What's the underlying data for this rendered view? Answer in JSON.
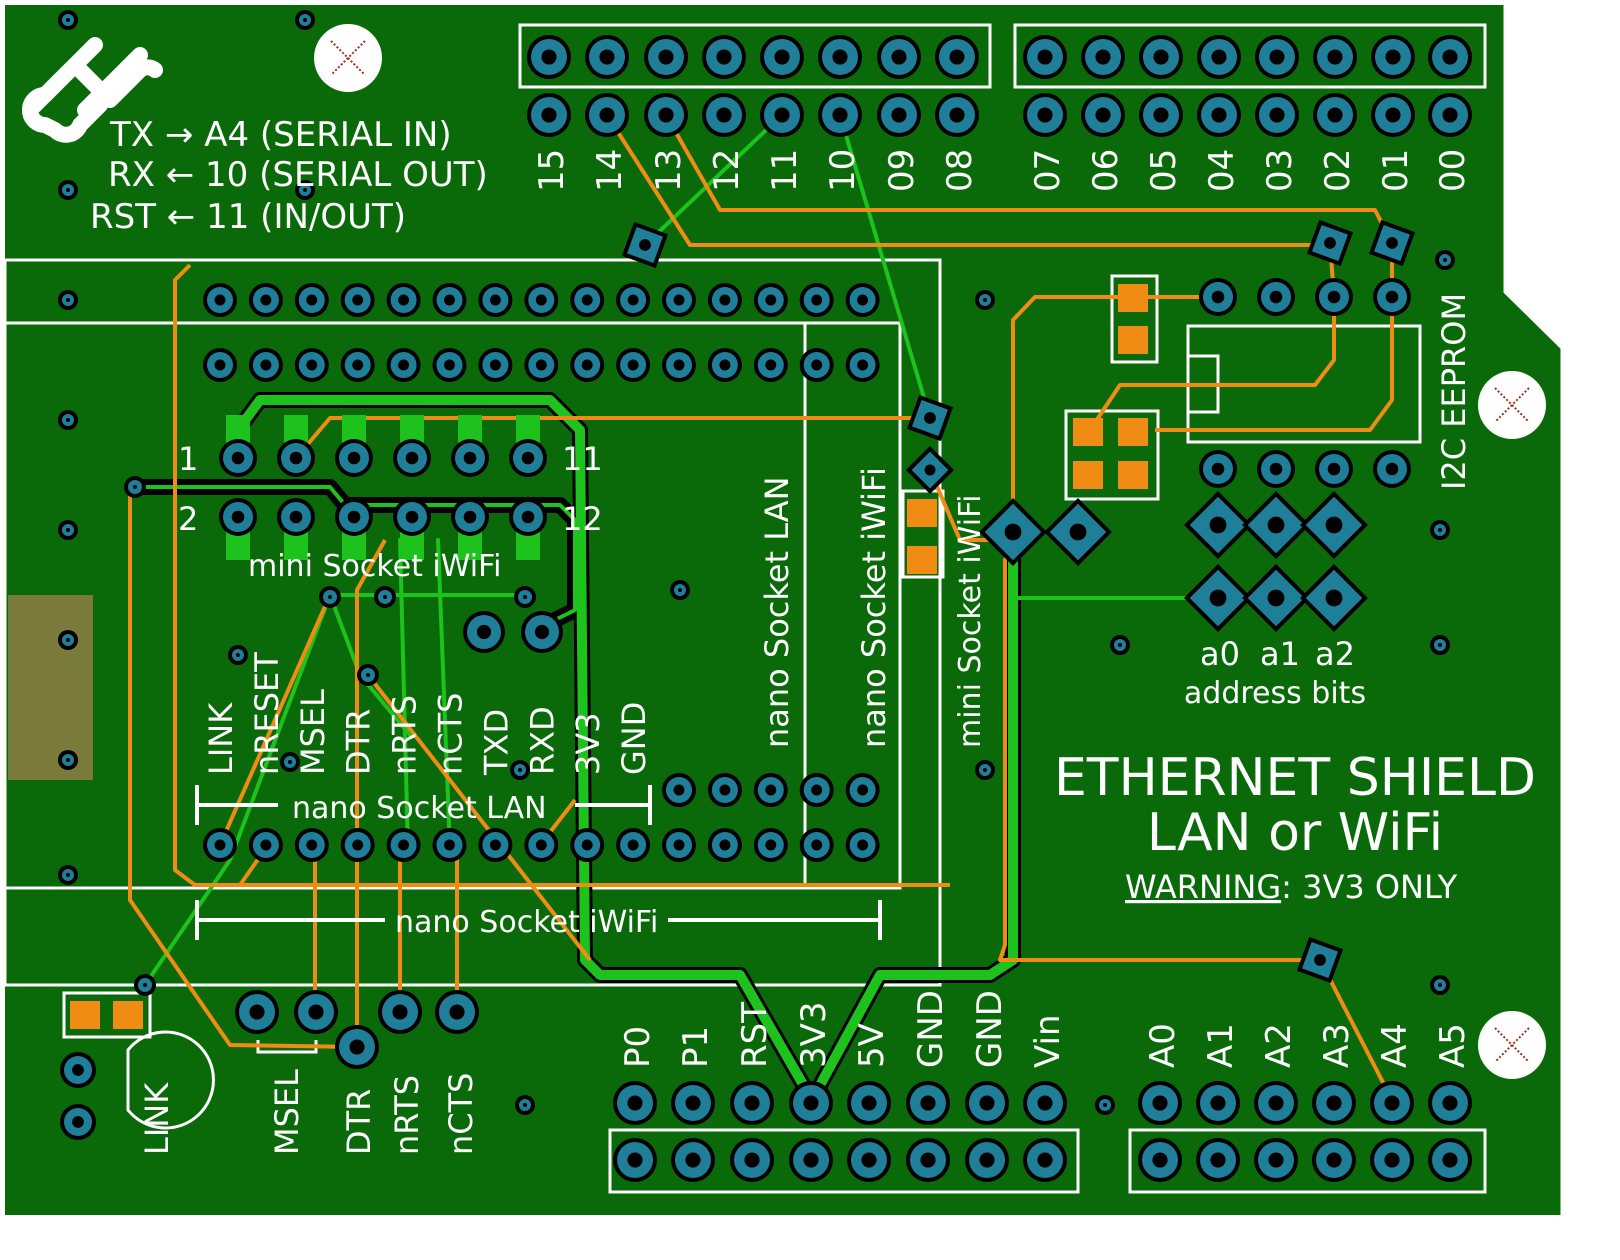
{
  "title": "ETHERNET SHIELD",
  "subtitle": "LAN or WiFi",
  "warning_label": "WARNING",
  "warning_value": ": 3V3 ONLY",
  "logo": "dlh",
  "serial_notes": [
    {
      "left": "TX",
      "arrow": "→",
      "right": "A4 (SERIAL IN)"
    },
    {
      "left": "RX",
      "arrow": "←",
      "right": "10 (SERIAL OUT)"
    },
    {
      "left": "RST",
      "arrow": "←",
      "right": "11 (IN/OUT)"
    }
  ],
  "digital_header_high": [
    "15",
    "14",
    "13",
    "12",
    "11",
    "10",
    "09",
    "08"
  ],
  "digital_header_low": [
    "07",
    "06",
    "05",
    "04",
    "03",
    "02",
    "01",
    "00"
  ],
  "power_header": [
    "P0",
    "P1",
    "RST",
    "3V3",
    "5V",
    "GND",
    "GND",
    "Vin"
  ],
  "analog_header": [
    "A0",
    "A1",
    "A2",
    "A3",
    "A4",
    "A5"
  ],
  "nano_pins": [
    "LINK",
    "nRESET",
    "MSEL",
    "DTR",
    "nRTS",
    "nCTS",
    "TXD",
    "RXD",
    "3V3",
    "GND"
  ],
  "mini_pin_labels": {
    "p1": "1",
    "p2": "2",
    "p11": "11",
    "p12": "12"
  },
  "socket_labels": {
    "mini_iwifi": "mini Socket iWiFi",
    "nano_lan": "nano Socket LAN",
    "nano_iwifi": "nano Socket iWiFi",
    "nano_lan_vertical": "nano Socket LAN",
    "nano_iwifi_vertical": "nano Socket iWiFi",
    "mini_iwifi_vertical": "mini Socket iWiFi"
  },
  "eeprom_label": "I2C EEPROM",
  "address_labels": [
    "a0",
    "a1",
    "a2"
  ],
  "address_caption": "address bits",
  "jumper_labels": [
    "MSEL",
    "DTR",
    "nRTS",
    "nCTS"
  ],
  "led_label": "LINK",
  "colors": {
    "board": "#0a6a0a",
    "pad": "#1f7f99",
    "copper_top": "#f08c14",
    "copper_bottom": "#1dc21d",
    "silk": "#ffffff"
  }
}
